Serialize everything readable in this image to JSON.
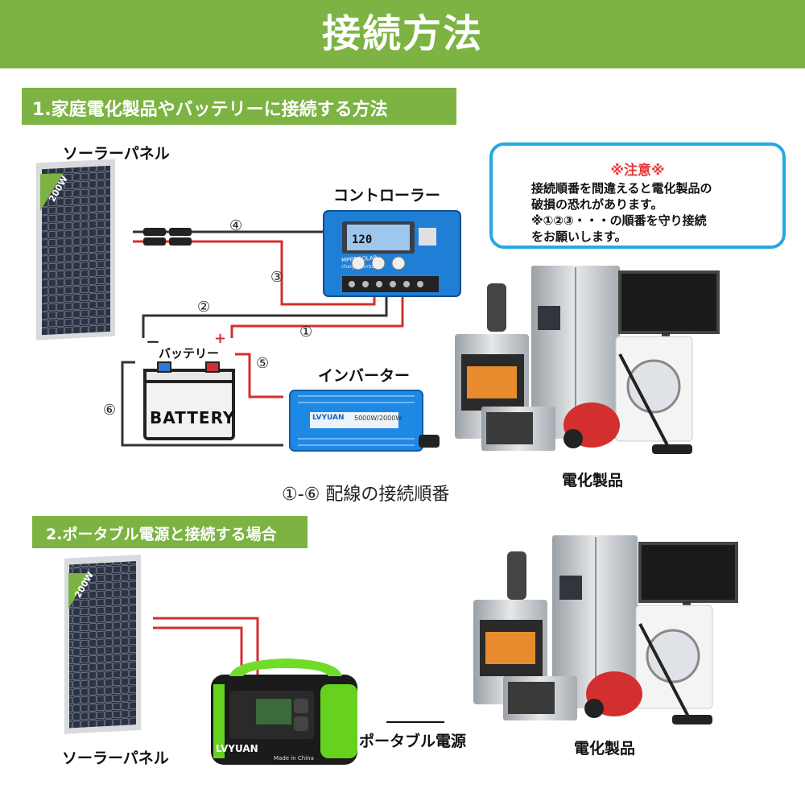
{
  "header": {
    "title": "接続方法"
  },
  "section1": {
    "title": "1.家庭電化製品やバッテリーに接続する方法",
    "solar_label": "ソーラーパネル",
    "panel_badge": "200W",
    "controller_label": "コントローラー",
    "controller_text": "MPPT SOLAR",
    "controller_sub": "charge controller",
    "controller_display": "120",
    "battery_label": "バッテリー",
    "battery_text": "BATTERY",
    "inverter_label": "インバーター",
    "inverter_brand": "LVYUAN",
    "inverter_model": "5000W/2000W",
    "appliances_label": "電化製品",
    "wiring_caption": "①-⑥ 配線の接続順番",
    "minus": "ー",
    "plus": "+",
    "steps": [
      "①",
      "②",
      "③",
      "④",
      "⑤",
      "⑥"
    ]
  },
  "notice": {
    "title": "※注意※",
    "lines": [
      "接続順番を間違えると電化製品の",
      "破損の恐れがあります。",
      "※①②③・・・の順番を守り接続",
      "をお願いします。"
    ]
  },
  "section2": {
    "title": "2.ポータブル電源と接続する場合",
    "solar_label": "ソーラーパネル",
    "panel_badge": "200W",
    "portable_label": "ポータブル電源",
    "portable_brand": "LVYUAN",
    "portable_made": "Made in China",
    "appliances_label": "電化製品"
  },
  "colors": {
    "accent": "#7cb342",
    "notice_border": "#29a8e0",
    "warning": "#e53935",
    "wire_red": "#d32f2f"
  }
}
